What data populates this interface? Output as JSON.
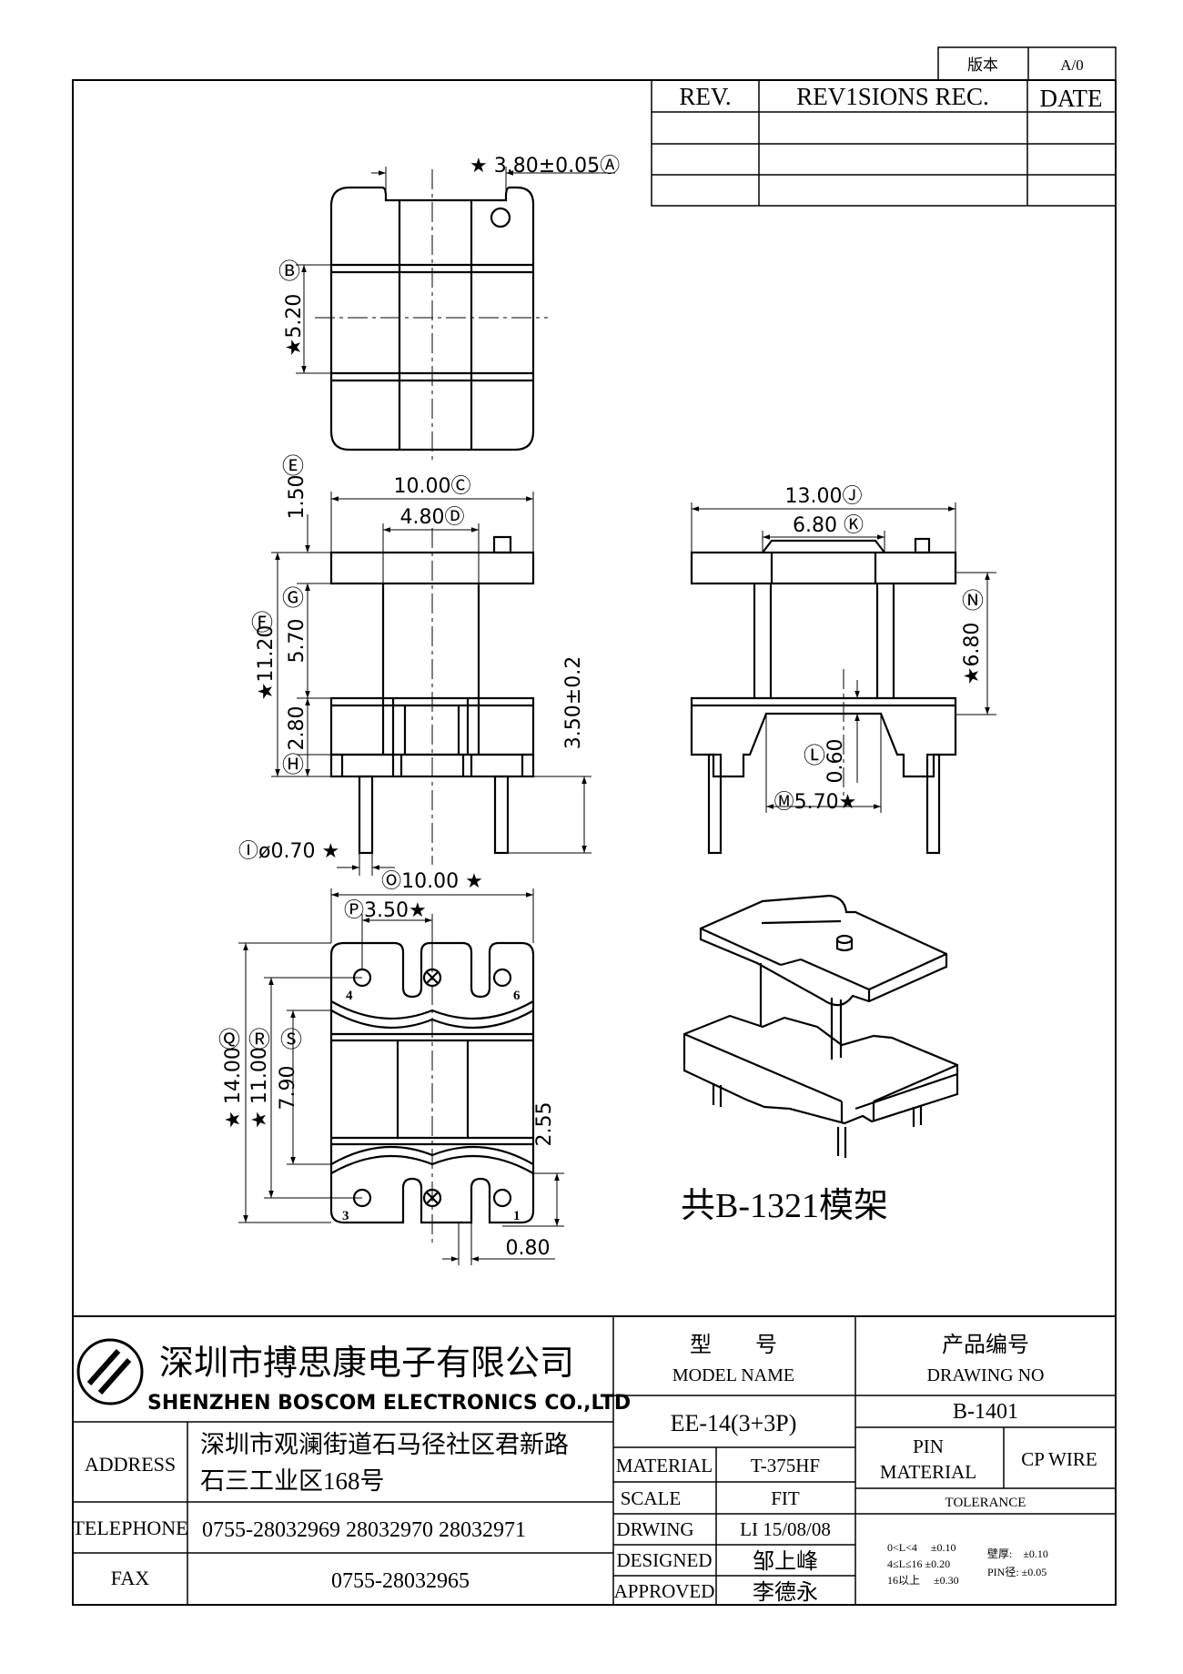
{
  "version_box": {
    "label": "版本",
    "value": "A/0"
  },
  "revision_table": {
    "rev_header": "REV.",
    "rec_header": "REV1SIONS REC.",
    "date_header": "DATE"
  },
  "dims": {
    "a": "★ 3.80±0.05Ⓐ",
    "b_letter": "Ⓑ",
    "b": "★5.20",
    "e_letter": "Ⓔ",
    "e": "1.50",
    "c": "10.00Ⓒ",
    "d": "4.80Ⓓ",
    "g_letter": "Ⓖ",
    "g": "5.70",
    "f_letter": "Ⓕ",
    "f": "★11.20",
    "h_val": "2.80",
    "h_letter": "Ⓗ",
    "p350": "3.50±0.2",
    "i": "Ⓘø0.70 ★",
    "j": "13.00Ⓙ",
    "k": "6.80 Ⓚ",
    "n_letter": "Ⓝ",
    "n": "★6.80",
    "l_letter": "Ⓛ",
    "l": "0.60",
    "m": "Ⓜ5.70★",
    "o": "Ⓞ10.00 ★",
    "p": "Ⓟ3.50★",
    "q_letter": "Ⓠ",
    "q": "★ 14.00",
    "r_letter": "Ⓡ",
    "r": "★ 11.00",
    "s_letter": "Ⓢ",
    "s": "7.90",
    "v255": "2.55",
    "v080": "0.80"
  },
  "pins": [
    "4",
    "6",
    "3",
    "1"
  ],
  "note": "共B-1321模架",
  "company": {
    "name_cn": "深圳市搏思康电子有限公司",
    "name_en": "SHENZHEN BOSCOM ELECTRONICS CO.,LTD"
  },
  "title_block": {
    "address_label": "ADDRESS",
    "address_line1": "深圳市观澜街道石马径社区君新路",
    "address_line2": "石三工业区168号",
    "telephone_label": "TELEPHONE",
    "telephone": "0755-28032969 28032970 28032971",
    "fax_label": "FAX",
    "fax": "0755-28032965",
    "model_cn": "型　　号",
    "model_en": "MODEL NAME",
    "model_value": "EE-14(3+3P)",
    "drawing_cn": "产品编号",
    "drawing_en": "DRAWING NO",
    "drawing_value": "B-1401",
    "material_label": "MATERIAL",
    "material_value": "T-375HF",
    "scale_label": "SCALE",
    "scale_value": "FIT",
    "drwing_label": "DRWING",
    "drwing_value": "LI 15/08/08",
    "designed_label": "DESIGNED",
    "designed_value": "邹上峰",
    "approved_label": "APPROVED",
    "approved_value": "李德永",
    "pin_label_1": "PIN",
    "pin_label_2": "MATERIAL",
    "pin_value": "CP WIRE",
    "tolerance_label": "TOLERANCE",
    "tol_1": "0<L<4　 ±0.10",
    "tol_2": "4≤L≤16 ±0.20",
    "tol_3": "16以上　 ±0.30",
    "tol_4": "壁厚:　±0.10",
    "tol_5": "PIN径: ±0.05"
  }
}
